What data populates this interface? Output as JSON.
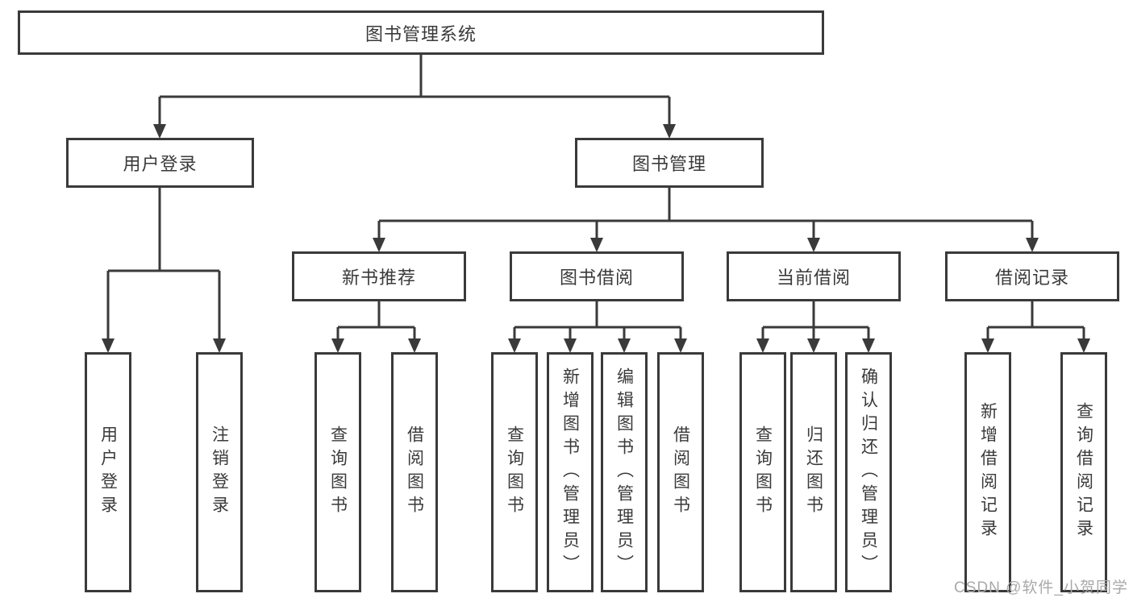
{
  "diagram_type": "tree",
  "colors": {
    "line": "#3a3a3a",
    "box_border": "#3a3a3a",
    "text": "#3a3a3a",
    "background": "#ffffff",
    "watermark": "#a9a9a9"
  },
  "root": {
    "label": "图书管理系统"
  },
  "level1": [
    {
      "label": "用户登录",
      "parent": "图书管理系统"
    },
    {
      "label": "图书管理",
      "parent": "图书管理系统"
    }
  ],
  "level2": [
    {
      "label": "新书推荐",
      "parent": "图书管理"
    },
    {
      "label": "图书借阅",
      "parent": "图书管理"
    },
    {
      "label": "当前借阅",
      "parent": "图书管理"
    },
    {
      "label": "借阅记录",
      "parent": "图书管理"
    }
  ],
  "leaves": [
    {
      "label": "用户登录",
      "parent": "用户登录"
    },
    {
      "label": "注销登录",
      "parent": "用户登录"
    },
    {
      "label": "查询图书",
      "parent": "新书推荐"
    },
    {
      "label": "借阅图书",
      "parent": "新书推荐"
    },
    {
      "label": "查询图书",
      "parent": "图书借阅"
    },
    {
      "label": "新增图书（管理员）",
      "parent": "图书借阅"
    },
    {
      "label": "编辑图书（管理员）",
      "parent": "图书借阅"
    },
    {
      "label": "借阅图书",
      "parent": "图书借阅"
    },
    {
      "label": "查询图书",
      "parent": "当前借阅"
    },
    {
      "label": "归还图书",
      "parent": "当前借阅"
    },
    {
      "label": "确认归还（管理员）",
      "parent": "当前借阅"
    },
    {
      "label": "新增借阅记录",
      "parent": "借阅记录"
    },
    {
      "label": "查询借阅记录",
      "parent": "借阅记录"
    }
  ],
  "watermark": {
    "text": "CSDN @软件_小贺同学"
  }
}
